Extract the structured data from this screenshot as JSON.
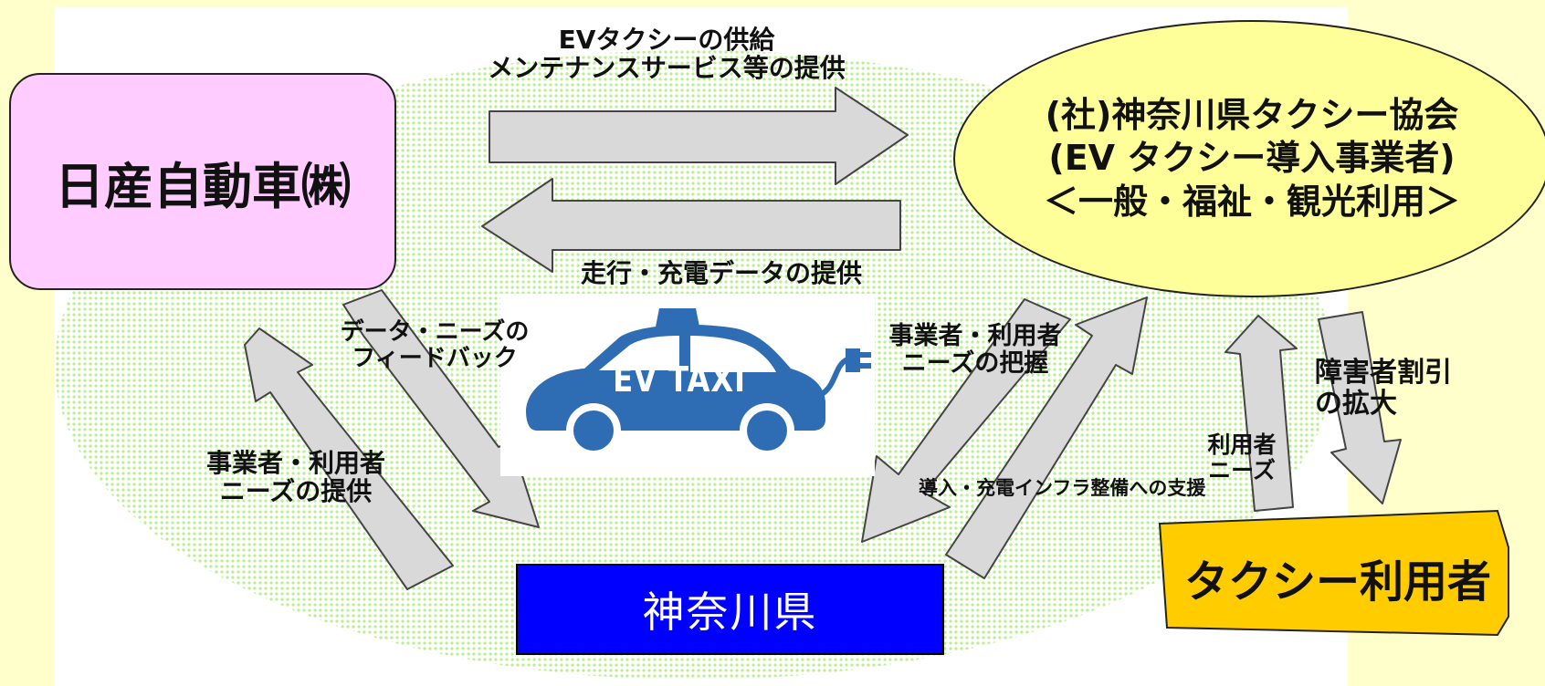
{
  "nodes": {
    "nissan": "日産自動車㈱",
    "association_line1": "(社)神奈川県タクシー協会",
    "association_line2": "(EV タクシー導入事業者)",
    "association_line3": "＜一般・福祉・観光利用＞",
    "kanagawa": "神奈川県",
    "taxi_users": "タクシー利用者"
  },
  "ev_taxi": {
    "sign": "EV TAXI"
  },
  "flows": {
    "supply_line1": "EVタクシーの供給",
    "supply_line2": "メンテナンスサービス等の提供",
    "data_provision": "走行・充電データの提供",
    "feedback_line1": "データ・ニーズの",
    "feedback_line2": "フィードバック",
    "biz_needs_provide_line1": "事業者・利用者",
    "biz_needs_provide_line2": "ニーズの提供",
    "biz_needs_grasp_line1": "事業者・利用者",
    "biz_needs_grasp_line2": "ニーズの把握",
    "infra_support": "導入・充電インフラ整備への支援",
    "user_needs_line1": "利用者",
    "user_needs_line2": "ニーズ",
    "discount_line1": "障害者割引",
    "discount_line2": "の拡大"
  },
  "colors": {
    "background": "#ffffcc",
    "dot_zone": "#ccff99",
    "nissan_fill": "#ffccff",
    "association_fill": "#ffff99",
    "kanagawa_fill": "#0000ff",
    "users_fill": "#ffcc00",
    "arrow_fill": "#d9d9d9",
    "car_blue": "#2e6db4"
  }
}
